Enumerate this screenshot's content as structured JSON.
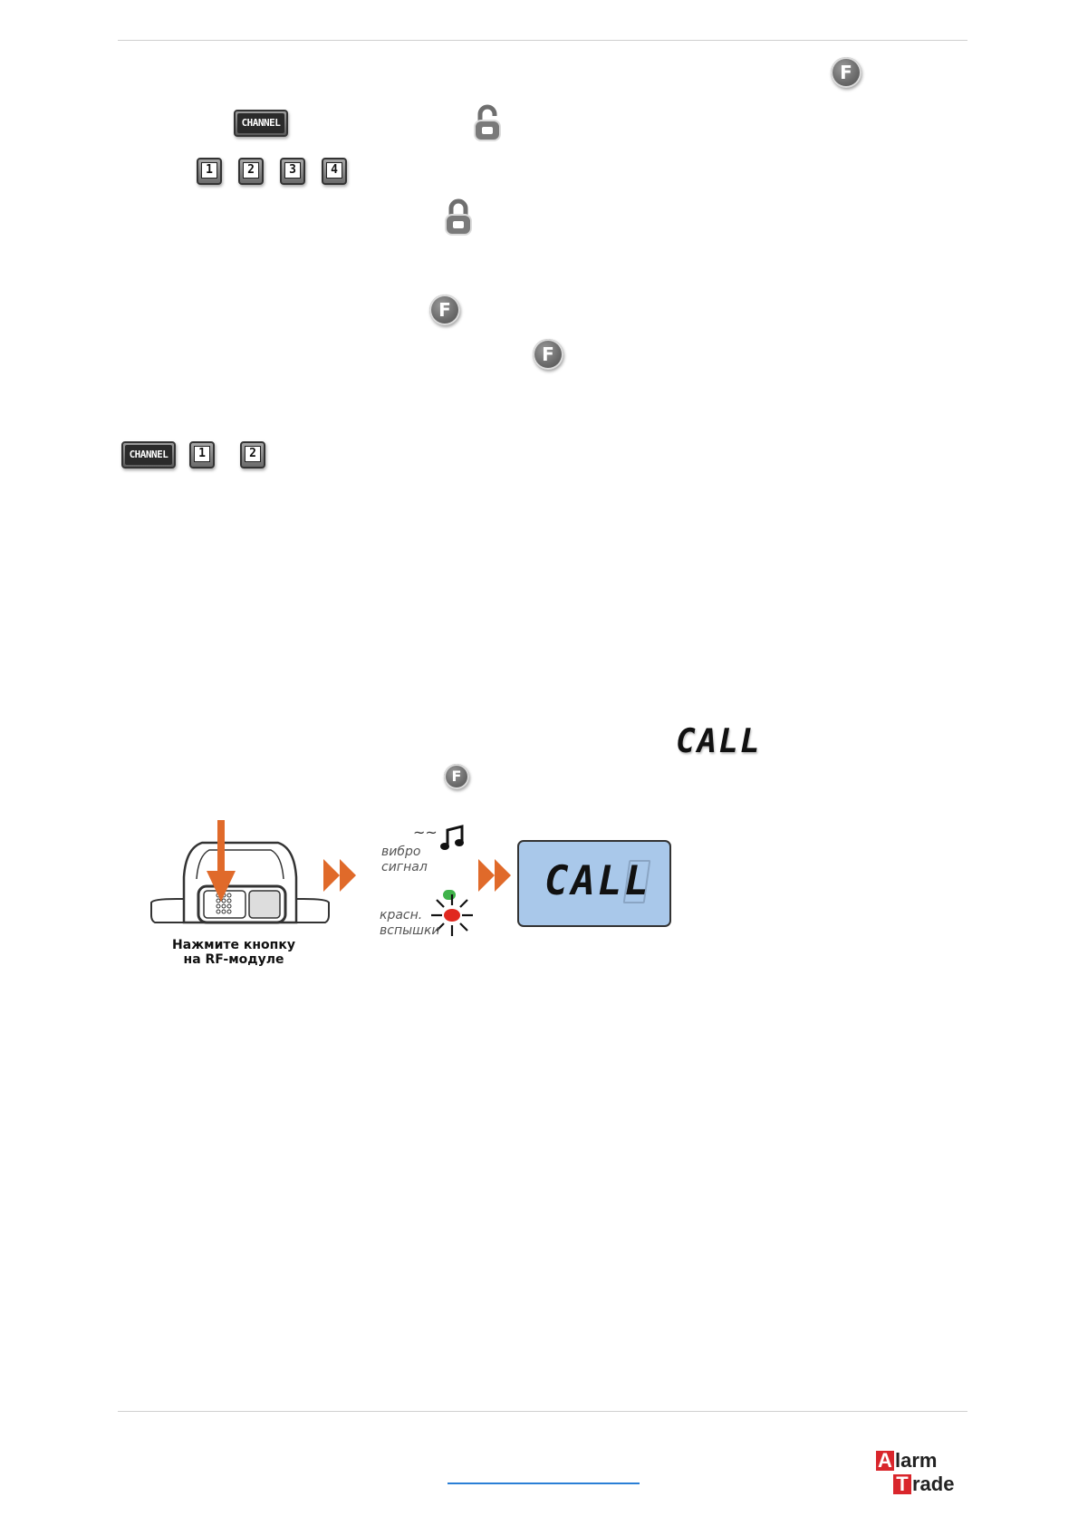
{
  "keys": {
    "f_label": "F",
    "channel_label": "CHANNEL",
    "num_keys_row1": [
      "1",
      "2",
      "3",
      "4"
    ],
    "num_keys_row2": [
      "1",
      "2"
    ]
  },
  "lcd": {
    "inline_text": "CALL",
    "screen_text": "CALL"
  },
  "diagram": {
    "caption_line1": "Нажмите кнопку",
    "caption_line2": "на RF-модуле",
    "vibro_line1": "вибро",
    "vibro_line2": "сигнал",
    "flash_line1": "красн.",
    "flash_line2": "вспышки",
    "vibro_symbol": "~~",
    "arrow_color": "#e06a2a",
    "led_green": "#3fb34a",
    "led_red": "#e0281f"
  },
  "logo": {
    "letter1": "A",
    "rest1": "larm",
    "letter2": "T",
    "rest2": "rade",
    "accent": "#d9262c"
  }
}
